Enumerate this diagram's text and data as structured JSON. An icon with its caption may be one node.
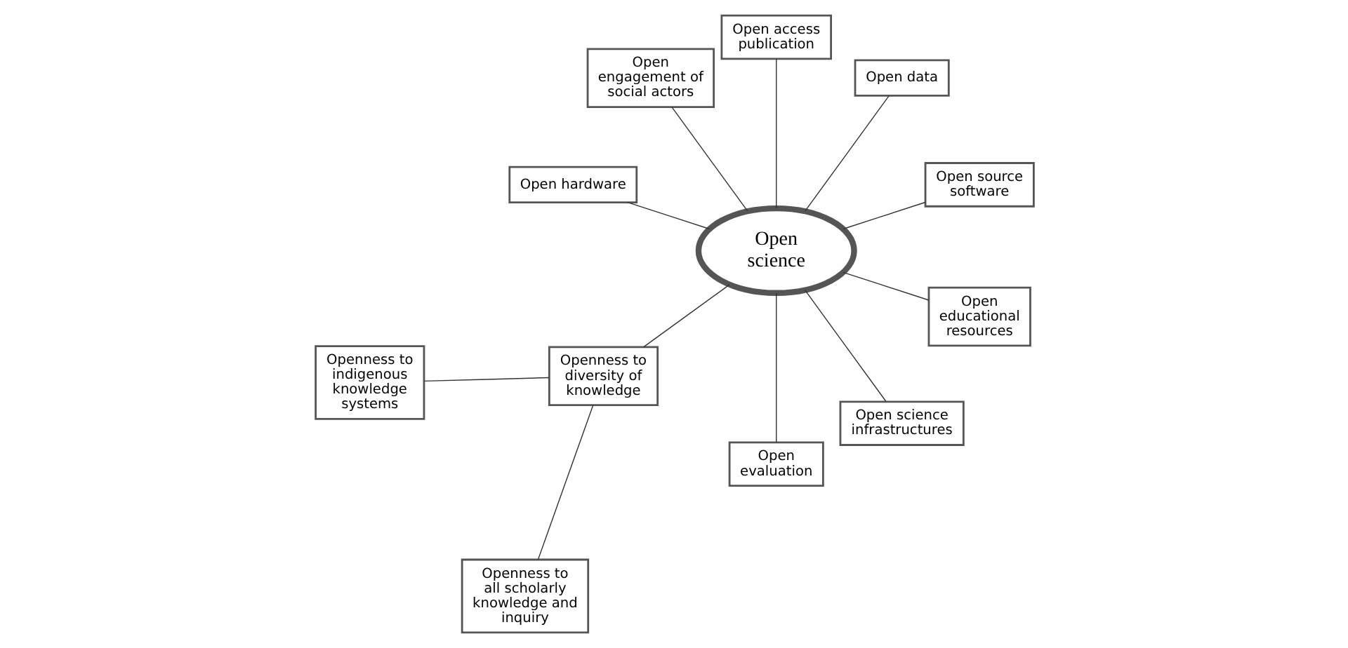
{
  "diagram": {
    "nodes": [
      {
        "text": [
          "Open science"
        ]
      },
      {
        "text": [
          "Open source software"
        ]
      },
      {
        "text": [
          "Open data"
        ]
      },
      {
        "text": [
          "Open access publication"
        ]
      },
      {
        "text": [
          "Open engagement of social actors"
        ]
      },
      {
        "text": [
          "Open hardware"
        ]
      },
      {
        "text": [
          "Openness to diversity of knowledge"
        ]
      },
      {
        "text": [
          "Openness to indigenous knowledge systems"
        ]
      },
      {
        "text": [
          "Open evaluation"
        ]
      },
      {
        "text": [
          "Openness to all scholarly knowledge and inquiry"
        ]
      },
      {
        "text": [
          "Open science infrastructures"
        ]
      },
      {
        "text": [
          "Open educational resources"
        ]
      }
    ],
    "edges": [
      {
        "from": 0,
        "to": 1,
        "arrow": "none"
      },
      {
        "from": 0,
        "to": 2,
        "arrow": "none"
      },
      {
        "from": 0,
        "to": 3,
        "arrow": "none"
      },
      {
        "from": 0,
        "to": 4,
        "arrow": "none"
      },
      {
        "from": 0,
        "to": 5,
        "arrow": "none"
      },
      {
        "from": 0,
        "to": 6,
        "arrow": "none"
      },
      {
        "from": 6,
        "to": 7,
        "arrow": "none"
      },
      {
        "from": 0,
        "to": 8,
        "arrow": "none"
      },
      {
        "from": 6,
        "to": 9,
        "arrow": "none"
      },
      {
        "from": 0,
        "to": 10,
        "arrow": "none"
      },
      {
        "from": 0,
        "to": 11,
        "arrow": "none"
      }
    ]
  }
}
